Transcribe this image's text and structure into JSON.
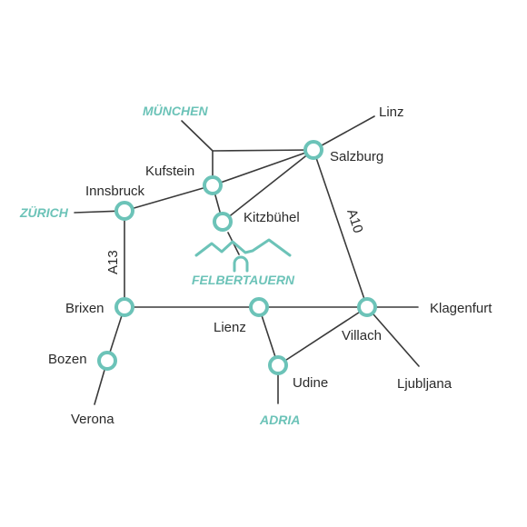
{
  "cities": {
    "linz": "Linz",
    "salzburg": "Salzburg",
    "kufstein": "Kufstein",
    "innsbruck": "Innsbruck",
    "kitzbuehel": "Kitzbühel",
    "brixen": "Brixen",
    "lienz": "Lienz",
    "villach": "Villach",
    "klagenfurt": "Klagenfurt",
    "bozen": "Bozen",
    "verona": "Verona",
    "udine": "Udine",
    "ljubljana": "Ljubljana"
  },
  "regions": {
    "muenchen": "MÜNCHEN",
    "zuerich": "ZÜRICH",
    "adria": "ADRIA"
  },
  "roads": {
    "a13": "A13",
    "a10": "A10"
  },
  "logo": {
    "name": "FELBERTAUERN"
  },
  "colors": {
    "accent": "#6cc3b8",
    "road": "#3a3a3a",
    "text": "#2a2a2a"
  }
}
